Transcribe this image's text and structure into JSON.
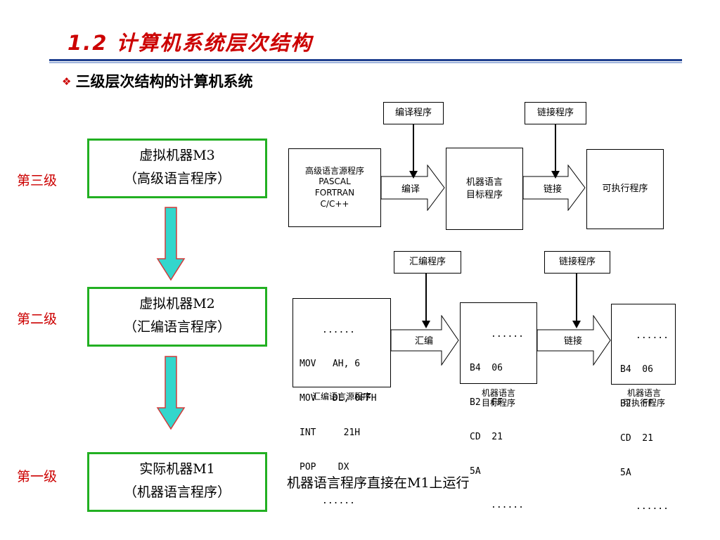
{
  "title": "1.2 计算机系统层次结构",
  "subtitle": "三级层次结构的计算机系统",
  "bullet": "❖",
  "levels": [
    {
      "label": "第三级",
      "machine": "虚拟机器M3",
      "program": "（高级语言程序）"
    },
    {
      "label": "第二级",
      "machine": "虚拟机器M2",
      "program": "（汇编语言程序）"
    },
    {
      "label": "第一级",
      "machine": "实际机器M1",
      "program": "（机器语言程序）"
    }
  ],
  "top_flow": {
    "source": {
      "lines": [
        "高级语言源程序",
        "PASCAL",
        "FORTRAN",
        "C/C++"
      ]
    },
    "tool1": "编译程序",
    "arrow1_label": "编译",
    "middle": {
      "lines": [
        "机器语言",
        "目标程序"
      ]
    },
    "tool2": "链接程序",
    "arrow2_label": "链接",
    "output": "可执行程序"
  },
  "bottom_flow": {
    "source_lines": [
      "......",
      "MOV   AH, 6",
      "MOV   DL, 0FFH",
      "INT     21H",
      "POP    DX",
      "......"
    ],
    "source_caption": "汇编语言源程序",
    "tool1": "汇编程序",
    "arrow1_label": "汇编",
    "middle_lines": [
      "......",
      "B4  06",
      "B2  FF",
      "CD  21",
      "5A",
      "......"
    ],
    "middle_caption": [
      "机器语言",
      "目标程序"
    ],
    "tool2": "链接程序",
    "arrow2_label": "链接",
    "output_lines": [
      "......",
      "B4  06",
      "B2  FF",
      "CD  21",
      "5A",
      "......"
    ],
    "output_caption": [
      "机器语言",
      "可执行程序"
    ]
  },
  "note": "机器语言程序直接在M1上运行",
  "colors": {
    "title": "#cc0000",
    "level_label": "#cc0000",
    "machine_border": "#22b022",
    "down_arrow_fill": "#33d6cc",
    "down_arrow_stroke": "#d23a3a",
    "rule": "#1f3f8f"
  }
}
